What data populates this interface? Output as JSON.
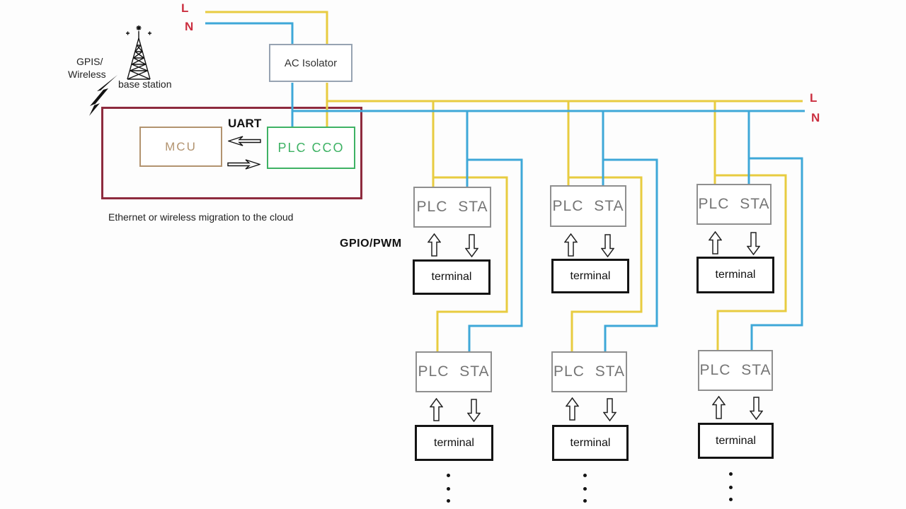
{
  "labels": {
    "line_live_top": "L",
    "line_neutral_top": "N",
    "line_live_right": "L",
    "line_neutral_right": "N",
    "gpis": "GPIS/",
    "wireless": "Wireless",
    "base_station": "base station",
    "uart": "UART",
    "gpio_pwm": "GPIO/PWM",
    "cloud_caption": "Ethernet or wireless migration to the cloud"
  },
  "boxes": {
    "ac_isolator": "AC Isolator",
    "mcu": "MCU",
    "plc_cco": "PLC CCO",
    "plc_sta": "PLC STA",
    "terminal": "terminal"
  },
  "colors": {
    "live_wire": "#e8cc40",
    "neutral_wire": "#3ea8d8",
    "cloud_box_border": "#8e2b3e",
    "ln_label_red": "#cb2f40",
    "mcu_accent": "#b2936f",
    "plc_cco_accent": "#3eb264",
    "plc_sta_gray": "#8f8f8f",
    "terminal_black": "#141414"
  }
}
